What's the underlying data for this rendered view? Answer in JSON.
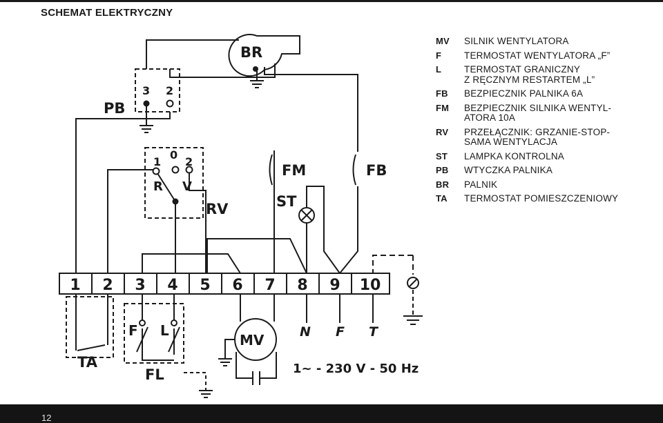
{
  "header": {
    "title": "SCHEMAT ELEKTRYCZNY"
  },
  "footer": {
    "page_number": "12"
  },
  "legend": [
    {
      "code": "MV",
      "desc": "SILNIK WENTYLATORA"
    },
    {
      "code": "F",
      "desc": "TERMOSTAT WENTYLATORA „F”"
    },
    {
      "code": "L",
      "desc": "TERMOSTAT GRANICZNY\nZ RĘCZNYM RESTARTEM „L”"
    },
    {
      "code": "FB",
      "desc": "BEZPIECZNIK PALNIKA 6A"
    },
    {
      "code": "FM",
      "desc": "BEZPIECZNIK SILNIKA WENTYL-\nATORA 10A"
    },
    {
      "code": "RV",
      "desc": "PRZEŁĄCZNIK:  GRZANIE-STOP-\nSAMA WENTYLACJA"
    },
    {
      "code": "ST",
      "desc": "LAMPKA KONTROLNA"
    },
    {
      "code": "PB",
      "desc": "WTYCZKA PALNIKA"
    },
    {
      "code": "BR",
      "desc": "PALNIK"
    },
    {
      "code": "TA",
      "desc": "TERMOSTAT POMIESZCZENIOWY"
    }
  ],
  "diagram": {
    "terminals": [
      "1",
      "2",
      "3",
      "4",
      "5",
      "6",
      "7",
      "8",
      "9",
      "10"
    ],
    "labels": {
      "br": "BR",
      "pb": "PB",
      "pb_pin3": "3",
      "pb_pin2": "2",
      "rv": "RV",
      "rv_pos0": "0",
      "rv_pos1": "1",
      "rv_pos2": "2",
      "rv_r": "R",
      "rv_v": "V",
      "fm": "FM",
      "fb": "FB",
      "st": "ST",
      "mv": "MV",
      "ta": "TA",
      "fl": "FL",
      "f": "F",
      "l": "L",
      "n": "N",
      "f_supply": "F",
      "t": "T",
      "supply": "1~ - 230 V - 50 Hz"
    }
  }
}
